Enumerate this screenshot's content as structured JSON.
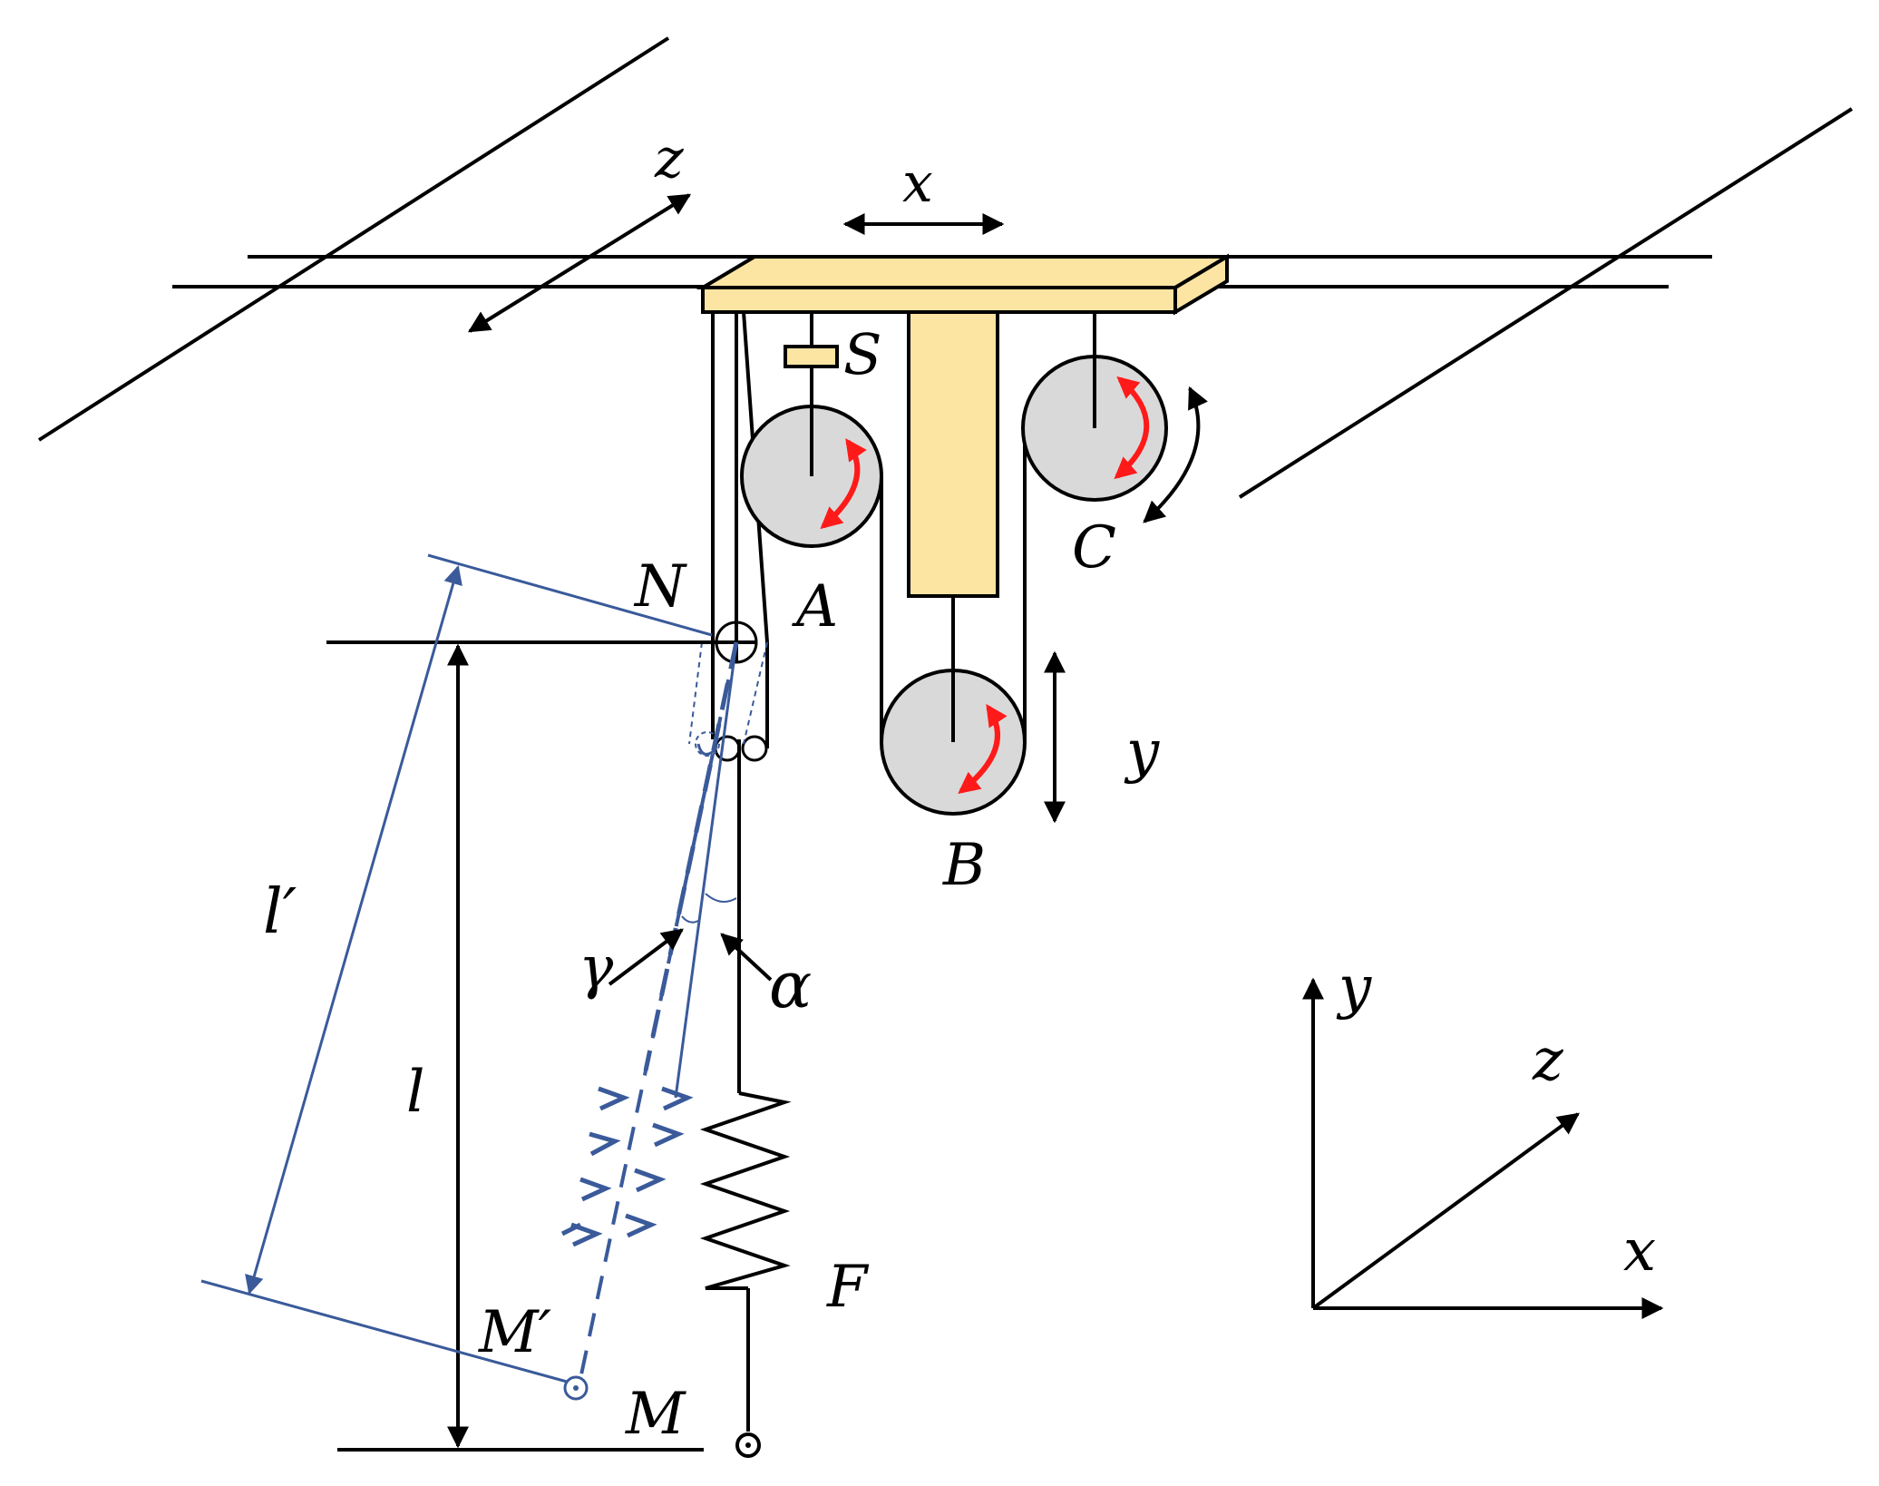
{
  "labels": {
    "z_rail": "z",
    "x_trolley": "x",
    "S": "S",
    "A": "A",
    "B": "B",
    "C": "C",
    "N": "N",
    "y_lift": "y",
    "l_prime": "l′",
    "l": "l",
    "gamma": "γ",
    "alpha": "α",
    "F": "F",
    "M_prime": "M′",
    "M": "M",
    "axis_y": "y",
    "axis_z": "z",
    "axis_x": "x"
  },
  "colors": {
    "beam": "#fce4a2",
    "pulley": "#d9d9d9",
    "rotation_arrow": "#ff1a1a",
    "swing_lines": "#3a5a9a",
    "ink": "#000000"
  },
  "icons": {
    "pulleys": "circle-pulley",
    "rotation": "curved-double-arrow",
    "spring": "zigzag-spring",
    "payload": "ring-mass"
  }
}
